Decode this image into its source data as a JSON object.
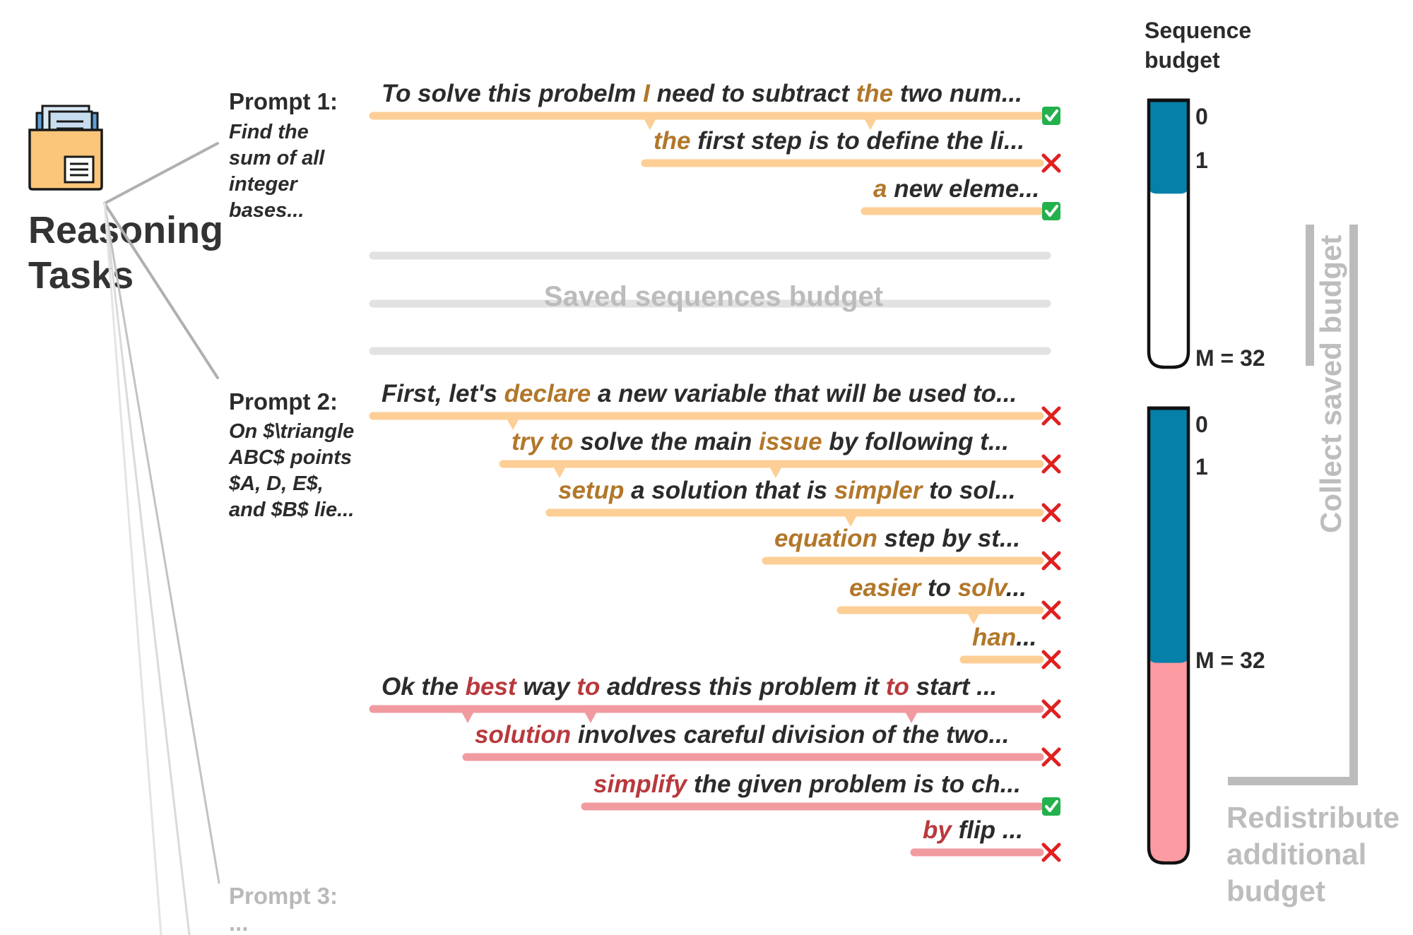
{
  "task_title_line1": "Reasoning",
  "task_title_line2": "Tasks",
  "budget_title_line1": "Sequence",
  "budget_title_line2": "budget",
  "prompts": [
    {
      "title": "Prompt 1:",
      "text_lines": [
        "Find the",
        "sum of all",
        "integer",
        "bases..."
      ],
      "sequences": [
        {
          "parts": [
            [
              "To solve this probelm ",
              ""
            ],
            [
              "I",
              "h"
            ],
            [
              " need to subtract ",
              ""
            ],
            [
              "the",
              "h"
            ],
            [
              " two num...",
              ""
            ]
          ],
          "result": "check",
          "color": "orange"
        },
        {
          "parts": [
            [
              "the",
              "h"
            ],
            [
              " first step is to define the li...",
              ""
            ]
          ],
          "result": "cross",
          "color": "orange"
        },
        {
          "parts": [
            [
              "a",
              "h"
            ],
            [
              " new eleme...",
              ""
            ]
          ],
          "result": "check",
          "color": "orange"
        }
      ]
    },
    {
      "title": "Prompt 2:",
      "text_lines": [
        "On $\\triangle",
        "ABC$ points",
        "$A, D, E$,",
        "and $B$ lie..."
      ],
      "sequences": [
        {
          "parts": [
            [
              "First, let's ",
              ""
            ],
            [
              "declare",
              "h"
            ],
            [
              " a new variable that will be used to...",
              ""
            ]
          ],
          "result": "cross",
          "color": "orange"
        },
        {
          "parts": [
            [
              "try to",
              "h"
            ],
            [
              " solve the main ",
              ""
            ],
            [
              "issue",
              "h"
            ],
            [
              " by following t...",
              ""
            ]
          ],
          "result": "cross",
          "color": "orange"
        },
        {
          "parts": [
            [
              "setup",
              "h"
            ],
            [
              " a solution that is ",
              ""
            ],
            [
              "simpler",
              "h"
            ],
            [
              " to sol...",
              ""
            ]
          ],
          "result": "cross",
          "color": "orange"
        },
        {
          "parts": [
            [
              "equation",
              "h"
            ],
            [
              " step by st...",
              ""
            ]
          ],
          "result": "cross",
          "color": "orange"
        },
        {
          "parts": [
            [
              "easier",
              "h"
            ],
            [
              " to ",
              ""
            ],
            [
              "solv",
              "h"
            ],
            [
              "...",
              ""
            ]
          ],
          "result": "cross",
          "color": "orange"
        },
        {
          "parts": [
            [
              "han",
              "h"
            ],
            [
              "...",
              ""
            ]
          ],
          "result": "cross",
          "color": "orange"
        },
        {
          "parts": [
            [
              "Ok the ",
              ""
            ],
            [
              "best",
              "h"
            ],
            [
              " way ",
              ""
            ],
            [
              "to",
              "h"
            ],
            [
              " address this problem it ",
              ""
            ],
            [
              "to",
              "h"
            ],
            [
              " start ...",
              ""
            ]
          ],
          "result": "cross",
          "color": "red"
        },
        {
          "parts": [
            [
              "solution",
              "h"
            ],
            [
              " involves careful division of the two...",
              ""
            ]
          ],
          "result": "cross",
          "color": "red"
        },
        {
          "parts": [
            [
              "simplify",
              "h"
            ],
            [
              " the given problem is to ch...",
              ""
            ]
          ],
          "result": "check",
          "color": "red"
        },
        {
          "parts": [
            [
              "by",
              "h"
            ],
            [
              " flip ...",
              ""
            ]
          ],
          "result": "cross",
          "color": "red"
        }
      ]
    },
    {
      "title": "Prompt 3:",
      "text_lines": [
        "..."
      ]
    }
  ],
  "saved_label": "Saved sequences budget",
  "budget_bars": [
    {
      "tick_top": "0",
      "tick_second": "1",
      "tick_bottom": "M = 32",
      "used_fraction": 0.35,
      "extra_fraction": 0
    },
    {
      "tick_top": "0",
      "tick_second": "1",
      "tick_bottom": "M = 32",
      "used_fraction": 0.56,
      "extra_fraction": 0.44
    }
  ],
  "collect_label": "Collect saved budget",
  "redistribute_lines": [
    "Redistribute",
    "additional",
    "budget"
  ],
  "colors": {
    "orange_line": "#fdcf96",
    "orange_highlight": "#b2772a",
    "red_line": "#f19ba0",
    "red_highlight": "#b8393d",
    "budget_used": "#0580a8",
    "budget_extra": "#fc9ba1",
    "check": "#22b14c",
    "cross": "#e02020",
    "grey": "#bcbcbc"
  }
}
